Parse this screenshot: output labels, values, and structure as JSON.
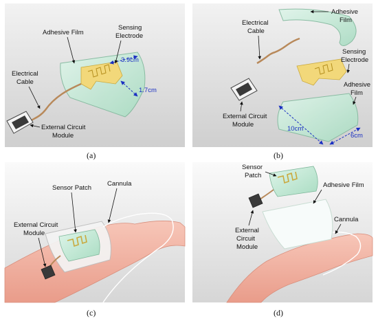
{
  "panels": [
    {
      "id": "a",
      "label": "(a)",
      "annotations": {
        "adhesive_film": "Adhesive Film",
        "sensing_electrode_1": "Sensing",
        "sensing_electrode_2": "Electrode",
        "electrical_cable_1": "Electrical",
        "electrical_cable_2": "Cable",
        "external_circuit_1": "External Circuit",
        "external_circuit_2": "Module"
      },
      "dimensions": {
        "width": "3.9cm",
        "height": "1.7cm"
      }
    },
    {
      "id": "b",
      "label": "(b)",
      "annotations": {
        "adhesive_film_top_1": "Adhesive",
        "adhesive_film_top_2": "Film",
        "electrical_cable_1": "Electrical",
        "electrical_cable_2": "Cable",
        "sensing_electrode_1": "Sensing",
        "sensing_electrode_2": "Electrode",
        "adhesive_film_bottom_1": "Adhesive",
        "adhesive_film_bottom_2": "Film",
        "external_circuit_1": "External Circuit",
        "external_circuit_2": "Module"
      },
      "dimensions": {
        "width": "10cm",
        "depth": "6cm"
      }
    },
    {
      "id": "c",
      "label": "(c)",
      "annotations": {
        "sensor_patch": "Sensor Patch",
        "cannula": "Cannula",
        "external_circuit_1": "External Circuit",
        "external_circuit_2": "Module"
      }
    },
    {
      "id": "d",
      "label": "(d)",
      "annotations": {
        "sensor_patch_1": "Sensor",
        "sensor_patch_2": "Patch",
        "adhesive_film": "Adhesive Film",
        "cannula": "Cannula",
        "external_circuit_1": "External",
        "external_circuit_2": "Circuit",
        "external_circuit_3": "Module"
      }
    }
  ],
  "colors": {
    "scene_bg": "#e6e6e6",
    "film": "#bfe6d2",
    "electrode": "#f2d87a",
    "cable": "#b8895a",
    "skin": "#f3b5a6",
    "dimension": "#1a2fc2"
  }
}
